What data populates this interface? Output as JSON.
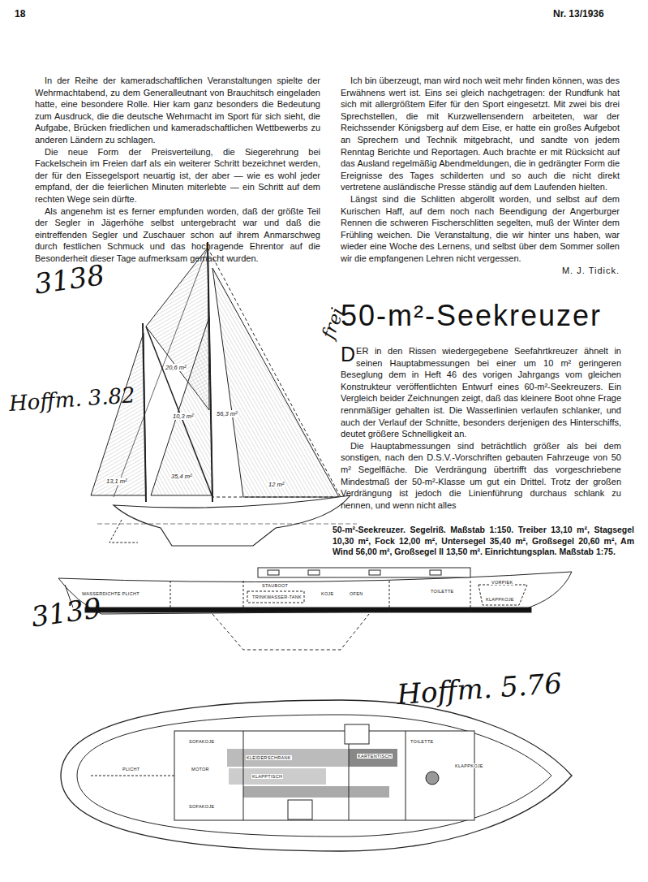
{
  "diagram": {
    "title": "50-m²-Seekreuzer",
    "caption": "50-m²-Seekreuzer. Segelriß. Maßstab 1:150. Treiber 13,10 m², Stagsegel 10,30 m², Fock 12,00 m², Untersegel 35,40 m², Großsegel 20,60 m², Am Wind 56,00 m², Großsegel II 13,50 m². Einrichtungsplan. Maßstab 1:75.",
    "labels": [
      "18",
      "Nr. 13/1936",
      "In der Reihe der kameradschaftlichen Veranstaltungen spielte der Wehrmachtabend, zu dem Generalleutnant von Brauchitsch eingeladen hatte, eine besondere Rolle. Hier kam ganz besonders die Bedeutung zum Ausdruck, die die deutsche Wehrmacht im Sport für sich sieht, die Aufgabe, Brücken friedlichen und kameradschaftlichen Wettbewerbs zu anderen Ländern zu schlagen.",
      "Die neue Form der Preisverteilung, die Siegerehrung bei Fackelschein im Freien darf als ein weiterer Schritt bezeichnet werden, der für den Eissegelsport neuartig ist, der aber — wie es wohl jeder empfand, der die feierlichen Minuten miterlebte — ein Schritt auf dem rechten Wege sein dürfte.",
      "Als angenehm ist es ferner empfunden worden, daß der größte Teil der Segler in Jägerhöhe selbst untergebracht war und daß die eintreffenden Segler und Zuschauer schon auf ihrem Anmarschweg durch festlichen Schmuck und das hochragende Ehrentor auf die Besonderheit dieser Tage aufmerksam gemacht wurden.",
      "Ich bin überzeugt, man wird noch weit mehr finden können, was des Erwähnens wert ist. Eins sei gleich nachgetragen: der Rundfunk hat sich mit allergrößtem Eifer für den Sport eingesetzt. Mit zwei bis drei Sprechstellen, die mit Kurzwellensendern arbeiteten, war der Reichssender Königsberg auf dem Eise, er hatte ein großes Aufgebot an Sprechern und Technik mitgebracht, und sandte von jedem Renntag Berichte und Reportagen. Auch brachte er mit Rücksicht auf das Ausland regelmäßig Abendmeldungen, die in gedrängter Form die Ereignisse des Tages schilderten und so auch die nicht direkt vertretene ausländische Presse ständig auf dem Laufenden hielten.",
      "Längst sind die Schlitten abgerollt worden, und selbst auf dem Kurischen Haff, auf dem noch nach Beendigung der Angerburger Rennen die schweren Fischerschlitten segelten, muß der Winter dem Frühling weichen. Die Veranstaltung, die wir hinter uns haben, war wieder eine Woche des Lernens, und selbst über dem Sommer sollen wir die empfangenen Lehren nicht vergessen.",
      "M. J. Tidick.",
      "DER in den Rissen wiedergegebene Seefahrtkreuzer ähnelt in seinen Hauptabmessungen bei einer um 10 m² geringeren Beseglung dem in Heft 46 des vorigen Jahrgangs vom gleichen Konstrukteur veröffentlichten Entwurf eines 60-m²-Seekreuzers. Ein Vergleich beider Zeichnungen zeigt, daß das kleinere Boot ohne Frage rennmäßiger gehalten ist. Die Wasserlinien verlaufen schlanker, und auch der Verlauf der Schnitte, besonders derjenigen des Hinterschiffs, deutet größere Schnelligkeit an.",
      "Die Hauptabmessungen sind beträchtlich größer als bei dem sonstigen, nach den D.S.V.-Vorschriften gebauten Fahrzeuge von 50 m² Segelfläche. Die Verdrängung übertrifft das vorgeschriebene Mindestmaß der 50-m²-Klasse um gut ein Drittel. Trotz der großen Verdrängung ist jedoch die Linienführung durchaus schlank zu nennen, und wenn nicht alles",
      "3138",
      "frei",
      "Hoffm. 3.82",
      "3139",
      "Hoffm. 5.76",
      "20,6 m²",
      "56,3 m²",
      "13,1 m²",
      "35,4 m²",
      "10,3 m²",
      "12 m²",
      "WASSERDICHTE PLICHT",
      "STAUBOOT",
      "TRINKWASSER-TANK",
      "KOJE",
      "OFEN",
      "TOILETTE",
      "VORPIEK",
      "KLAPPKOJE",
      "PLICHT",
      "MOTOR",
      "SOFAKOJE",
      "SOFAKOJE",
      "KLEIDERSCHRANK",
      "KLAPPTISCH",
      "KARTENTISCH",
      "TOILETTE",
      "KLAPPKOJE"
    ]
  }
}
